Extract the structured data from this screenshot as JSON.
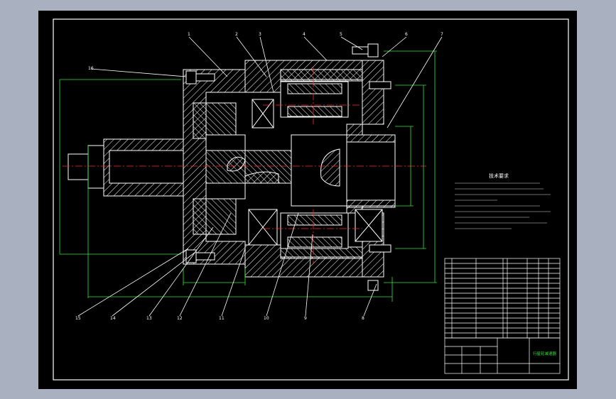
{
  "colors": {
    "background": "#a9b1c1",
    "sheet": "#000000",
    "outline": "#ffffff",
    "hatch": "#ffffff",
    "dimension": "#34e53a",
    "centerline": "#ff2a2a",
    "leader": "#ffffff",
    "title_text": "#34e53a"
  },
  "balloons": {
    "top": [
      "1",
      "2",
      "3",
      "4",
      "5",
      "6",
      "7"
    ],
    "left": [
      "16"
    ],
    "bottom": [
      "15",
      "14",
      "13",
      "12",
      "11",
      "10",
      "9",
      "8"
    ]
  },
  "notes": {
    "title": "技术要求"
  },
  "title_block": {
    "drawing_name": "行星轮减速器"
  }
}
